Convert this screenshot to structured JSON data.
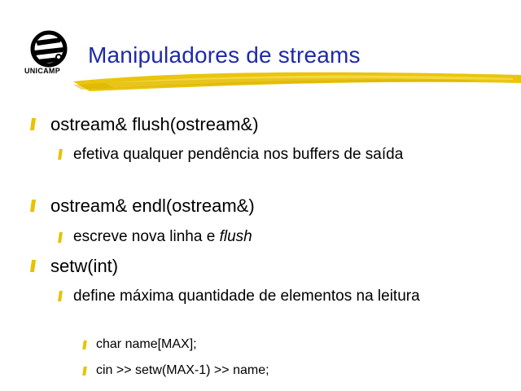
{
  "header": {
    "logo_text": "UNICAMP",
    "title": "Manipuladores de streams"
  },
  "bullets": [
    {
      "text": "ostream& flush(ostream&)",
      "sub": [
        {
          "text": "efetiva qualquer pendência nos buffers de saída"
        }
      ]
    },
    {
      "text": "ostream& endl(ostream&)",
      "sub": [
        {
          "text_prefix": "escreve nova linha e ",
          "text_em": "flush"
        }
      ]
    },
    {
      "text": "setw(int)",
      "sub": [
        {
          "text": "define máxima quantidade de elementos na leitura",
          "sub": [
            {
              "text": "char name[MAX];"
            },
            {
              "text": "cin >> setw(MAX-1) >> name;"
            }
          ]
        }
      ]
    }
  ],
  "colors": {
    "title": "#1f2aa8",
    "accent": "#e8c200"
  },
  "icons": {
    "logo": "unicamp-logo-icon",
    "bullet": "yellow-bar-bullet-icon"
  }
}
